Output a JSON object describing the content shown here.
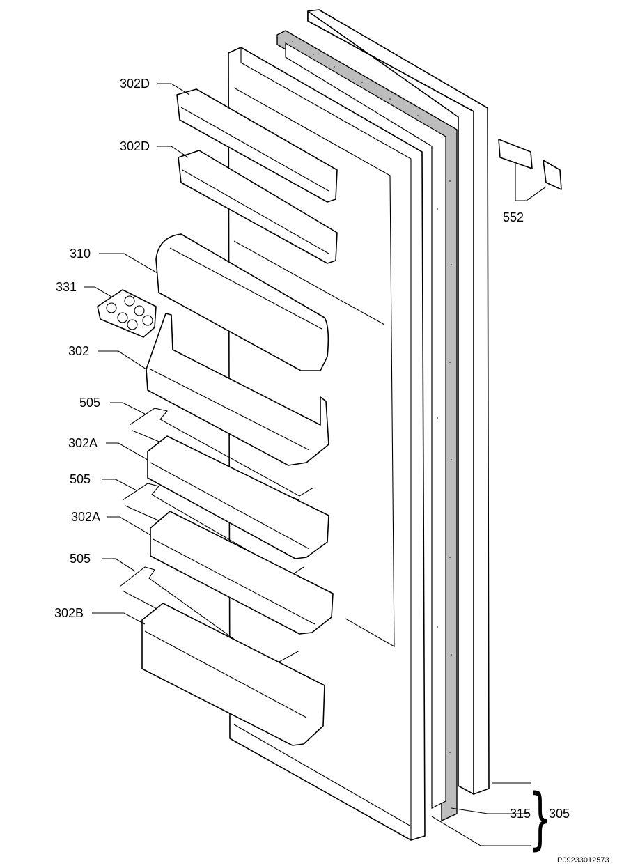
{
  "diagram": {
    "labels": {
      "shelf_302d_top": "302D",
      "shelf_302d_second": "302D",
      "dairy_cover": "310",
      "egg_tray": "331",
      "bottle_shelf": "302",
      "wire_top": "505",
      "shelf_302a_top": "302A",
      "wire_middle": "505",
      "shelf_302a_bottom": "302A",
      "wire_bottom": "505",
      "shelf_302b": "302B",
      "hinge": "552",
      "gasket": "315",
      "door_assembly": "305"
    },
    "reference_code": "P09233012573"
  }
}
